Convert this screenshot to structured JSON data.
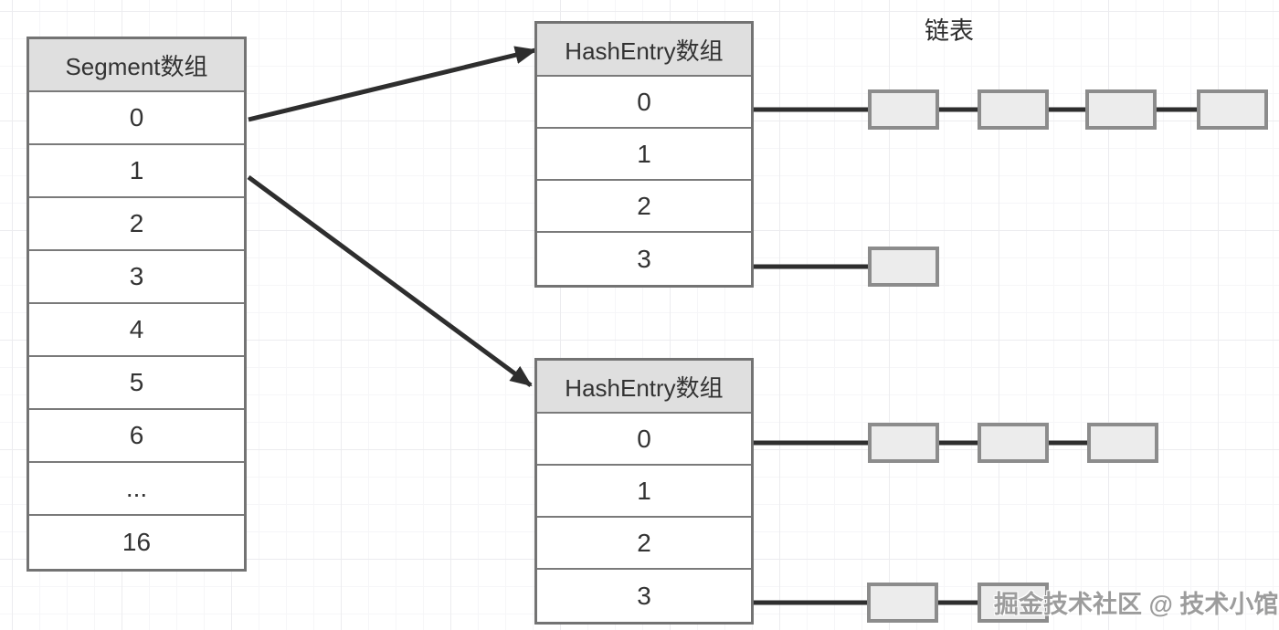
{
  "segment_table": {
    "title": "Segment数组",
    "rows": [
      "0",
      "1",
      "2",
      "3",
      "4",
      "5",
      "6",
      "...",
      "16"
    ]
  },
  "hashentry_table_top": {
    "title": "HashEntry数组",
    "rows": [
      "0",
      "1",
      "2",
      "3"
    ]
  },
  "hashentry_table_bottom": {
    "title": "HashEntry数组",
    "rows": [
      "0",
      "1",
      "2",
      "3"
    ]
  },
  "labels": {
    "linked_list": "链表",
    "watermark": "掘金技术社区 @ 技术小馆"
  },
  "arrows": [
    {
      "from": "segment_table row 0",
      "to": "hashentry_table_top header"
    },
    {
      "from": "segment_table row 1",
      "to": "hashentry_table_bottom header"
    }
  ],
  "linked_lists": [
    {
      "from": "hashentry_table_top row 0",
      "node_count": 4
    },
    {
      "from": "hashentry_table_top row 3",
      "node_count": 1
    },
    {
      "from": "hashentry_table_bottom row 0",
      "node_count": 3
    },
    {
      "from": "hashentry_table_bottom row 3",
      "node_count": 2
    }
  ],
  "colors": {
    "table_border": "#737373",
    "header_bg": "#dfdfdf",
    "cell_bg": "#ffffff",
    "node_border": "#8c8c8c",
    "node_fill": "#ececec",
    "line": "#2e2e2e",
    "text": "#333333",
    "watermark_text": "#9c9c9c",
    "grid_minor": "#f6f6f8",
    "grid_major": "#ececef"
  }
}
